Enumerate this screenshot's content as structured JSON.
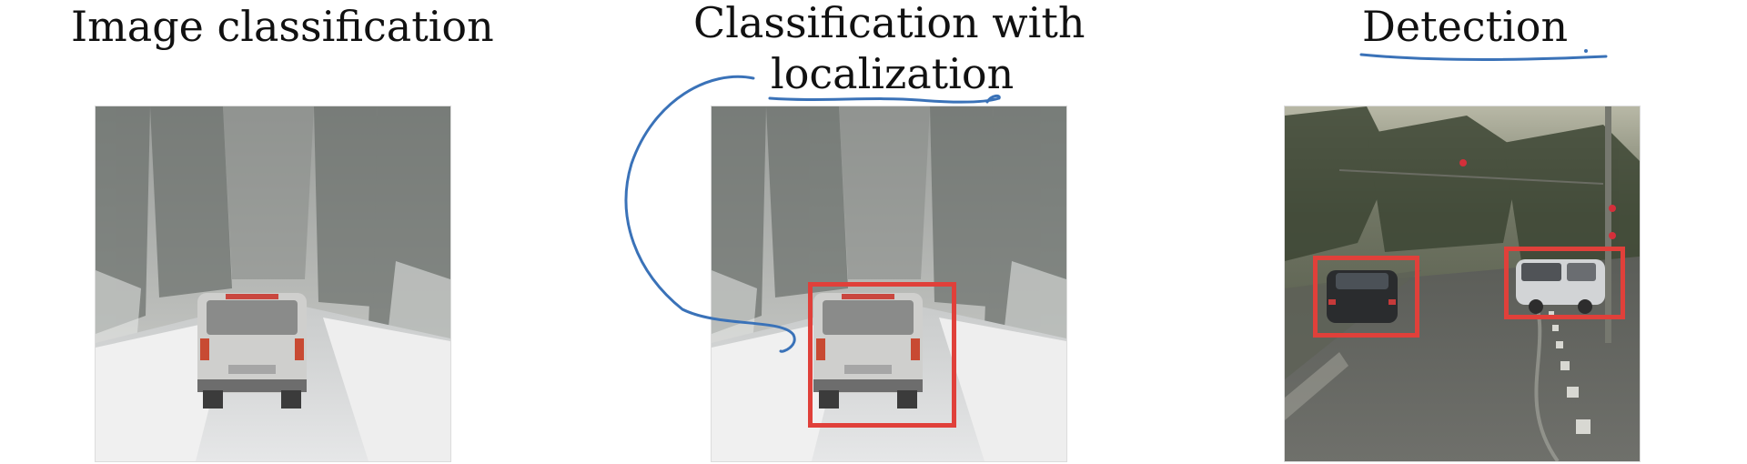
{
  "panels": [
    {
      "title": "Image classification"
    },
    {
      "title_line1": "Classification with",
      "title_line2": "localization"
    },
    {
      "title": "Detection"
    }
  ],
  "colors": {
    "bounding_box": "#e0403a",
    "pen_annotation": "#3a72b8"
  }
}
